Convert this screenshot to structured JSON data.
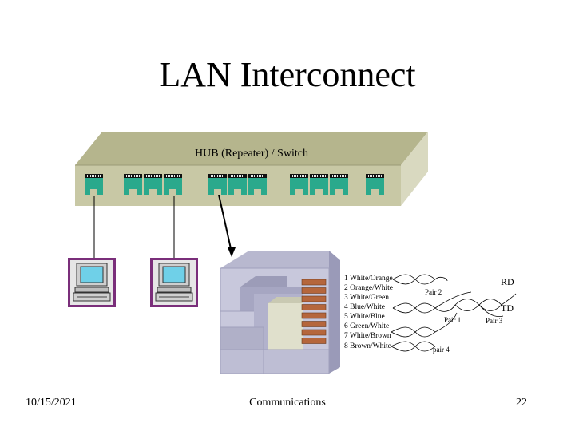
{
  "title": "LAN Interconnect",
  "hub": {
    "label": "HUB (Repeater) / Switch",
    "port_groups": [
      1,
      3,
      3,
      3,
      1
    ]
  },
  "pinout": {
    "pins": [
      "1 White/Orange",
      "2 Orange/White",
      "3 White/Green",
      "4 Blue/White",
      "5 White/Blue",
      "6 Green/White",
      "7 White/Brown",
      "8 Brown/White"
    ],
    "pairs": [
      "Pair 2",
      "Pair 1",
      "Pair 3",
      "pair 4"
    ],
    "signals": [
      "RD",
      "TD"
    ]
  },
  "footer": {
    "date": "10/15/2021",
    "center": "Communications",
    "page": "22"
  },
  "colors": {
    "hub_top": "#b5b58d",
    "hub_front": "#c8c8a5",
    "port": "#2aa98c",
    "pc_frame": "#7a2e7a",
    "monitor_screen": "#6fd0e8",
    "pins": "#b5663c"
  }
}
